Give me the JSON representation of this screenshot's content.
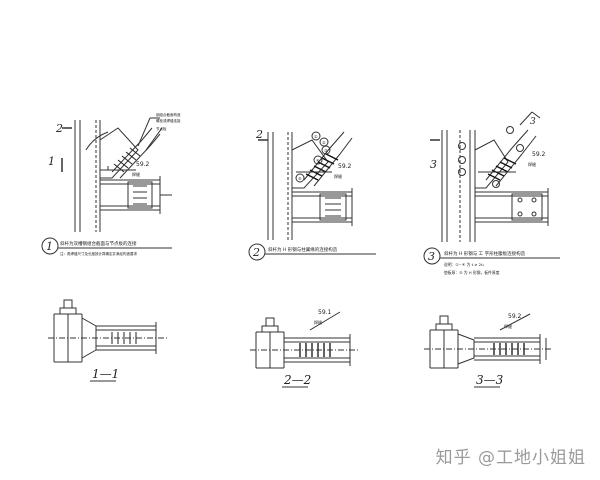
{
  "drawing": {
    "detail1": {
      "number": "1",
      "caption": "斜杆为双槽钢组合截面与节点板的连接",
      "note": "注：角焊缝尺寸及长度按计算确定并满足构造要求",
      "callouts": [
        "钢组合截面构造",
        "螺栓或焊缝连接",
        "节点板"
      ],
      "dim_label": "59.2",
      "weld_label": "焊缝",
      "ref_labels": [
        "2",
        "1"
      ]
    },
    "detail2": {
      "number": "2",
      "caption": "斜杆为 H 形钢与柱翼缘的连接构造",
      "dim_label": "59.2",
      "weld_label": "焊缝",
      "ref_labels": [
        "2"
      ],
      "circled": [
        "①",
        "②",
        "③",
        "④",
        "⑤"
      ]
    },
    "detail3": {
      "number": "3",
      "caption": "斜杆为 H 形钢与 工 字形柱腹板连接构造",
      "note_a": "说明：①~④ 为 t ≥ 2t₁",
      "note_b": "垫板厚：⑤ 为 H 形钢，板件厚度",
      "dim_label": "59.2",
      "weld_label": "焊缝",
      "ref_labels": [
        "3",
        "3"
      ]
    },
    "sections": [
      {
        "label": "1—1"
      },
      {
        "label": "2—2",
        "dim_label": "59.1",
        "weld_label": "焊缝"
      },
      {
        "label": "3—3",
        "dim_label": "59.2",
        "weld_label": "焊缝"
      }
    ]
  },
  "watermark": "知乎 @工地小姐姐"
}
